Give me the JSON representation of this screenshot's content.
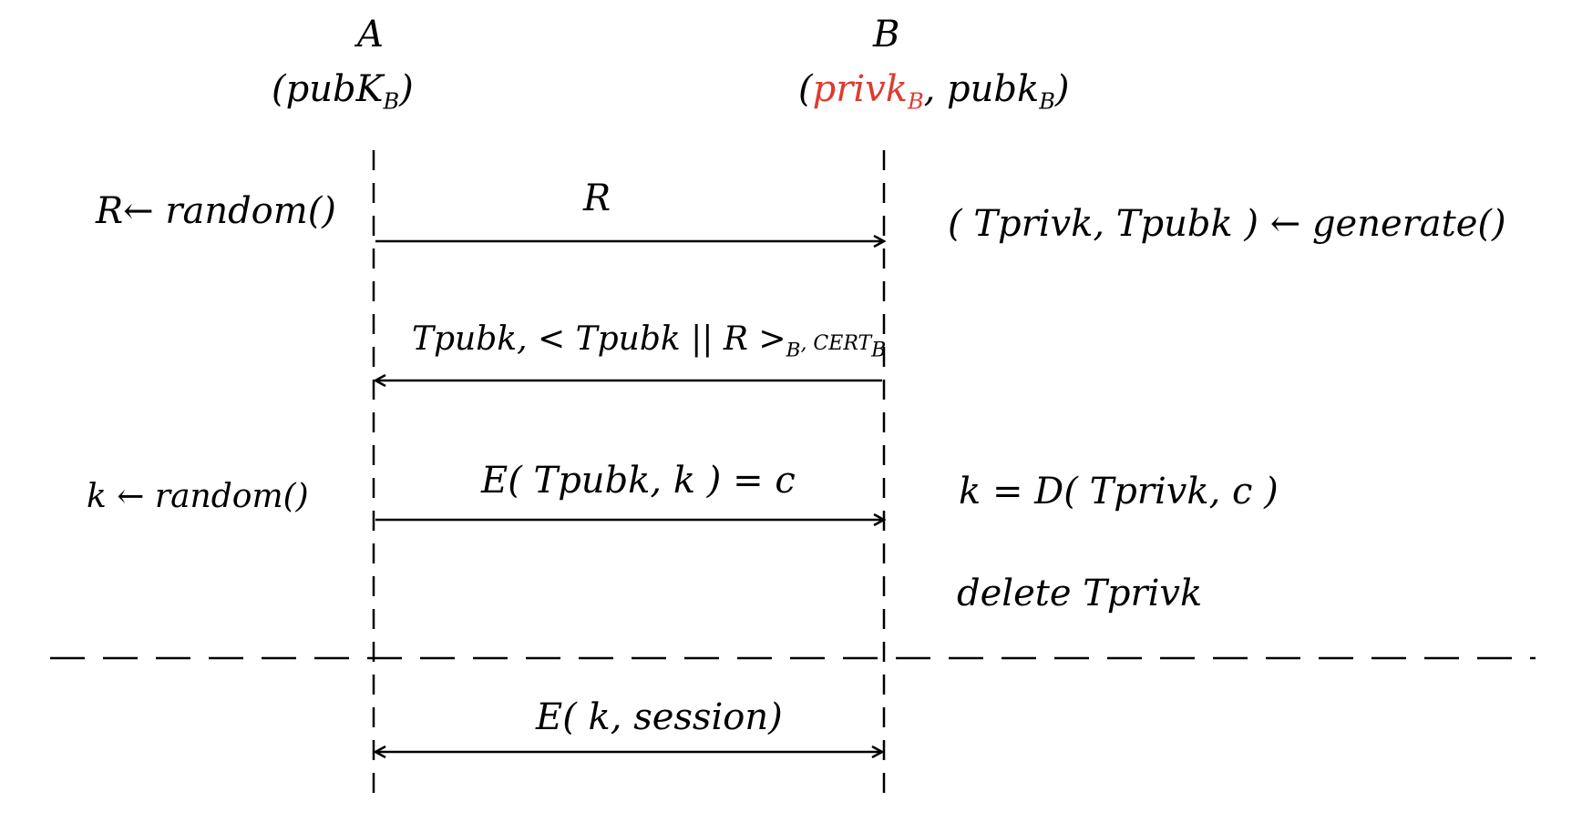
{
  "participants": {
    "a": {
      "name": "A",
      "keys": "pubK",
      "keys_sub": "B"
    },
    "b": {
      "name": "B",
      "priv": "privk",
      "priv_sub": "B",
      "sep": ",",
      "pub": "pubk",
      "pub_sub": "B"
    }
  },
  "left_ops": {
    "r_gen": "R← random()",
    "k_gen": "k ← random()"
  },
  "right_ops": {
    "t_gen": "( Tprivk, Tpubk ) ← generate()",
    "k_dec": "k = D( Tprivk, c )",
    "delete": "delete Tprivk"
  },
  "messages": {
    "m1": "R",
    "m2_main": "Tpubk, < Tpubk || R >",
    "m2_sub": "B",
    "m2_cert": ", CERT",
    "m2_cert_sub": "B",
    "m3": "E( Tpubk, k ) = c",
    "m4": "E( k, session)"
  },
  "colors": {
    "ink": "#000000",
    "highlight": "#e03a2f"
  }
}
